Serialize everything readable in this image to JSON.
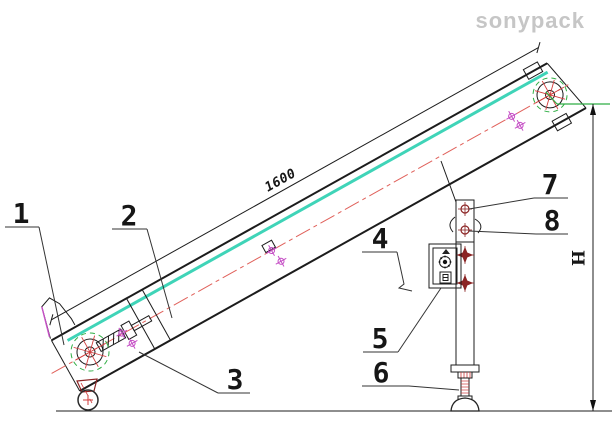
{
  "watermark": {
    "text": "sonypack"
  },
  "dimensions": {
    "belt_length": "1600",
    "height": "H"
  },
  "callouts": [
    {
      "label": "1"
    },
    {
      "label": "2"
    },
    {
      "label": "3"
    },
    {
      "label": "4"
    },
    {
      "label": "5"
    },
    {
      "label": "6"
    },
    {
      "label": "7"
    },
    {
      "label": "8"
    }
  ],
  "colors": {
    "line": "#1c1c1c",
    "belt": "#3fd4b8",
    "centerline": "#e0605a",
    "cross": "#d03c3c",
    "ring": "#2fae44",
    "magenta": "#c54ec5",
    "darkred": "#8b2424",
    "green": "#2fae44",
    "watermark": "#c6c6c6"
  }
}
